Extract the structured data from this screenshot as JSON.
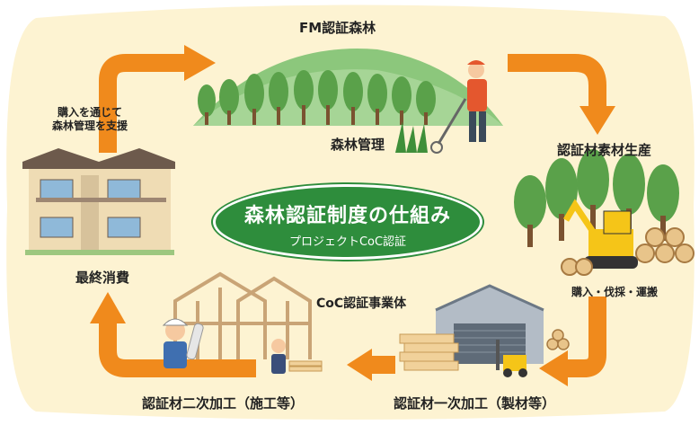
{
  "center": {
    "title": "森林認証制度の仕組み",
    "subtitle": "プロジェクトCoC認証"
  },
  "labels": {
    "fm_forest": "FM認証森林",
    "forest_management": "森林管理",
    "certified_log_production": "認証材素材生産",
    "purchase_harvest_transport": "購入・伐採・運搬",
    "coc_operator": "CoC認証事業体",
    "primary_processing": "認証材一次加工（製材等）",
    "secondary_processing": "認証材二次加工（施工等）",
    "final_consumption": "最終消費",
    "support_line1": "購入を通じて",
    "support_line2": "森林管理を支援"
  },
  "colors": {
    "background_blob": "#fdf3d2",
    "arrow": "#f08a1c",
    "center_ellipse": "#2e8d3c",
    "tree": "#5aa14a",
    "hill": "#8cc77c"
  }
}
